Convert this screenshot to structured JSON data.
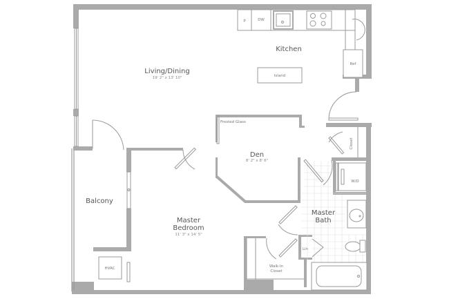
{
  "floorplan": {
    "rooms": [
      {
        "id": "living",
        "name": "Living/Dining",
        "dimensions": "19' 2\" x 13' 10\""
      },
      {
        "id": "kitchen",
        "name": "Kitchen",
        "dimensions": ""
      },
      {
        "id": "den",
        "name": "Den",
        "dimensions": "8' 2\" x 8' 6\""
      },
      {
        "id": "balcony",
        "name": "Balcony",
        "dimensions": ""
      },
      {
        "id": "master-bedroom",
        "name_line1": "Master",
        "name_line2": "Bedroom",
        "dimensions": "11' 3\" x 14' 5\""
      },
      {
        "id": "master-bath",
        "name_line1": "Master",
        "name_line2": "Bath",
        "dimensions": ""
      }
    ],
    "fixtures": {
      "pantry": "P",
      "dishwasher": "DW",
      "island": "Island",
      "refrigerator": "Ref",
      "closet": "Closet",
      "washer_dryer": "W/D",
      "linen": "Lin",
      "walk_in_closet_line1": "Walk-In",
      "walk_in_closet_line2": "Closet",
      "hvac": "HVAC",
      "frosted_glass": "Frosted Glass"
    },
    "colors": {
      "wall": "#a9a9a9",
      "line": "#8f8f8f",
      "tile": "#dcdcdc",
      "background": "#ffffff"
    }
  }
}
